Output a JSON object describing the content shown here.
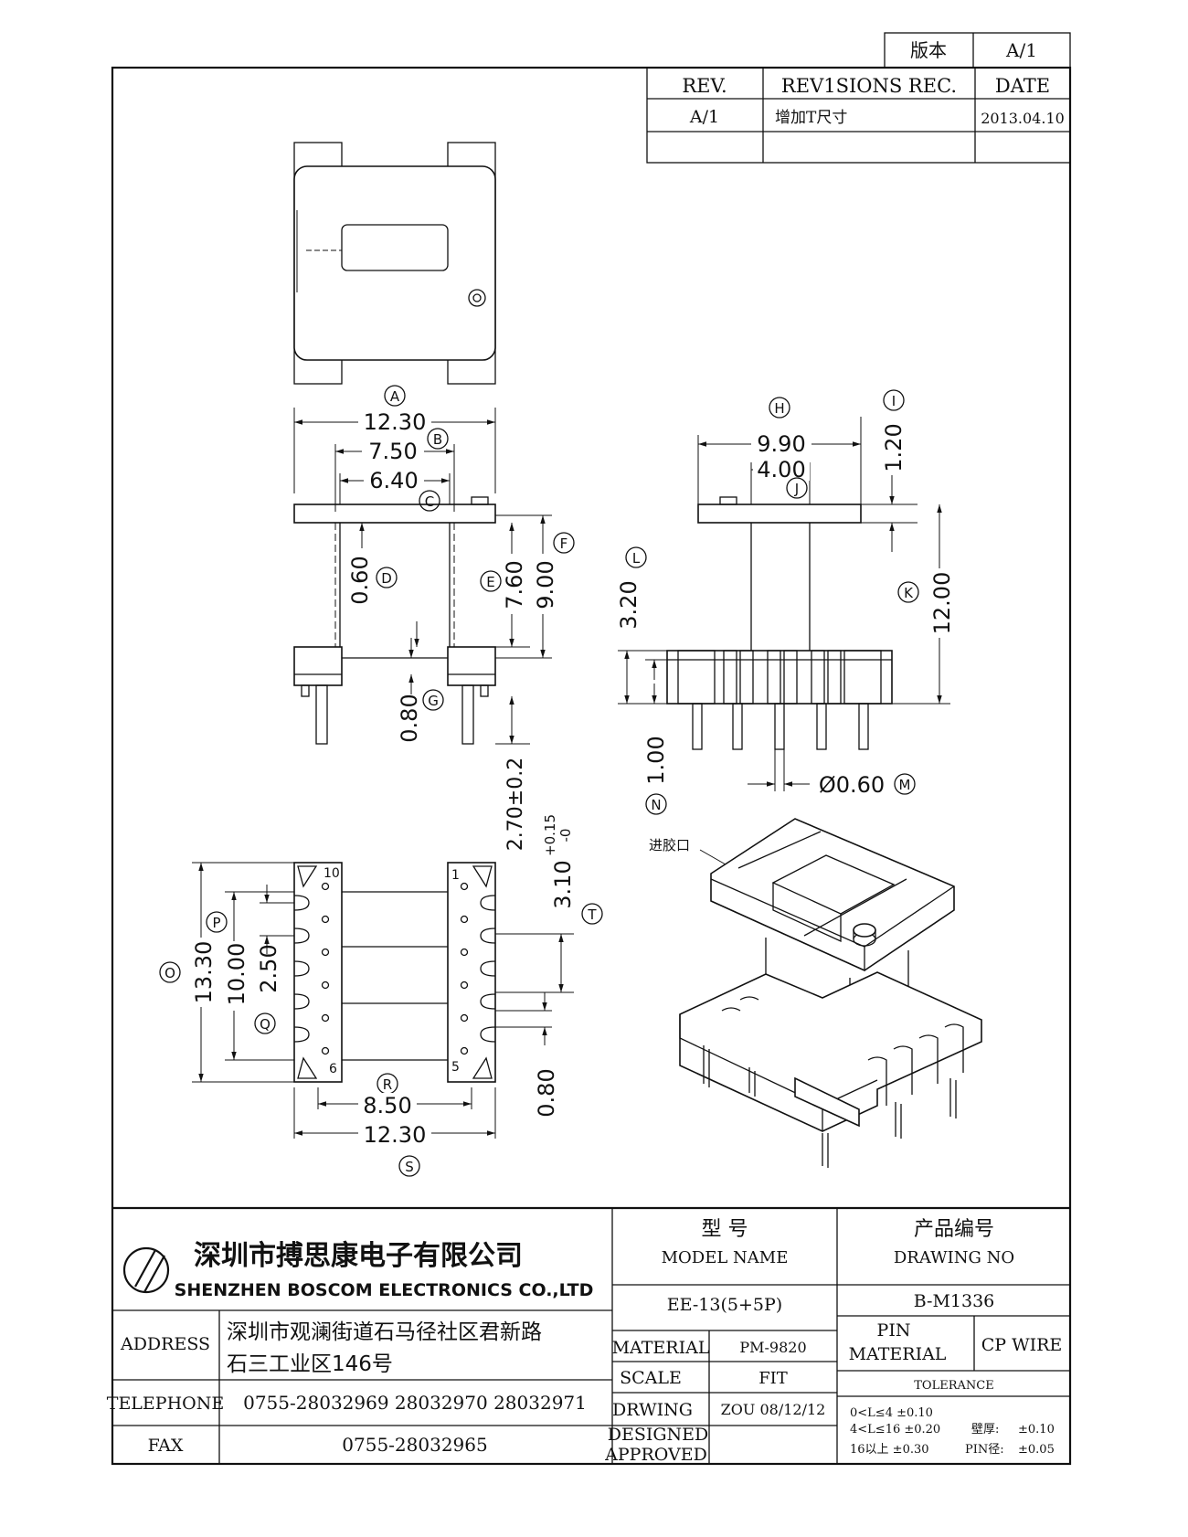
{
  "version_box": {
    "label": "版本",
    "value": "A/1"
  },
  "revisions": {
    "headers": [
      "REV.",
      "REV1SIONS REC.",
      "DATE"
    ],
    "rows": [
      {
        "rev": "A/1",
        "rec": "增加T尺寸",
        "date": "2013.04.10"
      }
    ]
  },
  "dimensions": {
    "A": {
      "letter": "A",
      "value": "12.30"
    },
    "B": {
      "letter": "B",
      "value": "7.50"
    },
    "C": {
      "letter": "C",
      "value": "6.40"
    },
    "D": {
      "letter": "D",
      "value": "0.60"
    },
    "E": {
      "letter": "E",
      "value": "7.60"
    },
    "F": {
      "letter": "F",
      "value": "9.00"
    },
    "G": {
      "letter": "G",
      "value": "0.80"
    },
    "H": {
      "letter": "H",
      "value": "9.90"
    },
    "I": {
      "letter": "I",
      "value": "1.20"
    },
    "J": {
      "letter": "J",
      "value": "4.00"
    },
    "K": {
      "letter": "K",
      "value": "12.00"
    },
    "L": {
      "letter": "L",
      "value": "3.20"
    },
    "M": {
      "letter": "M",
      "value": "Ø0.60"
    },
    "N": {
      "letter": "N",
      "value": "1.00"
    },
    "O": {
      "letter": "O",
      "value": "13.30"
    },
    "P": {
      "letter": "P",
      "value": "10.00"
    },
    "Q": {
      "letter": "Q",
      "value": "2.50"
    },
    "R": {
      "letter": "R",
      "value": "8.50"
    },
    "S": {
      "letter": "S",
      "value": "12.30"
    },
    "T": {
      "letter": "T",
      "value": "3.10",
      "tol_plus": "+0.15",
      "tol_minus": "-0"
    },
    "pin_len": {
      "value": "2.70±0.2"
    },
    "bottom_gap": {
      "value": "0.80"
    }
  },
  "pins": {
    "p10": "10",
    "p1": "1",
    "p6": "6",
    "p5": "5"
  },
  "iso_note": "进胶口",
  "company": {
    "name_cn": "深圳市搏思康电子有限公司",
    "name_en": "SHENZHEN BOSCOM ELECTRONICS CO.,LTD",
    "address_label": "ADDRESS",
    "address_line1": "深圳市观澜街道石马径社区君新路",
    "address_line2": "石三工业区146号",
    "telephone_label": "TELEPHONE",
    "telephone": "0755-28032969 28032970 28032971",
    "fax_label": "FAX",
    "fax": "0755-28032965"
  },
  "title_block": {
    "model_cn": "型    号",
    "model_en": "MODEL NAME",
    "model_value": "EE-13(5+5P)",
    "drawing_cn": "产品编号",
    "drawing_en": "DRAWING NO",
    "drawing_value": "B-M1336",
    "material_label": "MATERIAL",
    "material_value": "PM-9820",
    "scale_label": "SCALE",
    "scale_value": "FIT",
    "drwing_label": "DRWING",
    "drwing_value": "ZOU 08/12/12",
    "designed_label": "DESIGNED",
    "approved_label": "APPROVED",
    "pin_label": "PIN",
    "pin_material_label": "MATERIAL",
    "pin_material_value": "CP WIRE",
    "tolerance_label": "TOLERANCE",
    "tol_1": "0<L≤4  ±0.10",
    "tol_2": "4<L≤16  ±0.20",
    "tol_3": "16以上     ±0.30",
    "wall_label": "壁厚:",
    "wall_value": "±0.10",
    "pin_dia_label": "PIN径:",
    "pin_dia_value": "±0.05"
  }
}
